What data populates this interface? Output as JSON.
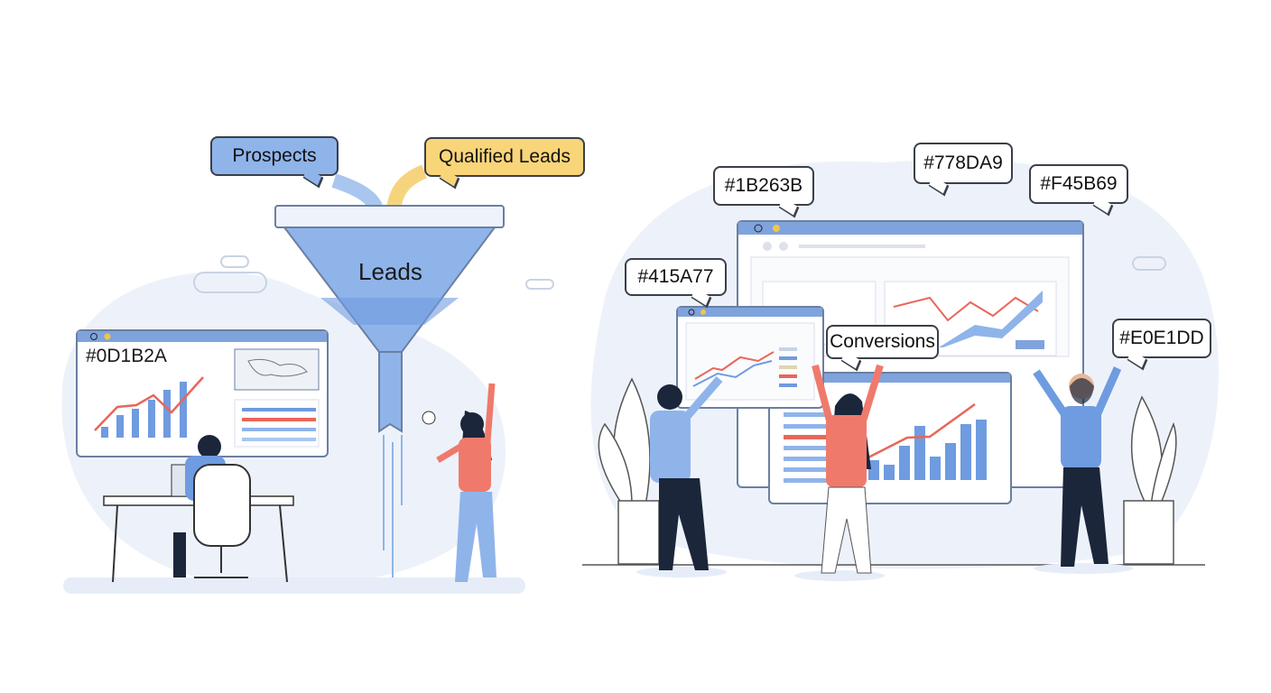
{
  "left_scene": {
    "funnel_inputs": [
      "Prospects",
      "Qualified Leads"
    ],
    "funnel_label": "Leads",
    "dashboard_title": "#0D1B2A"
  },
  "right_scene": {
    "bubbles": [
      "#1B263B",
      "#778DA9",
      "#F45B69",
      "#415A77",
      "Conversions",
      "#E0E1DD"
    ]
  },
  "colors": {
    "primary_blue": "#6f9be0",
    "accent_red": "#e8665a",
    "accent_yellow": "#f9d57a",
    "background_blob": "#edf2fa"
  }
}
